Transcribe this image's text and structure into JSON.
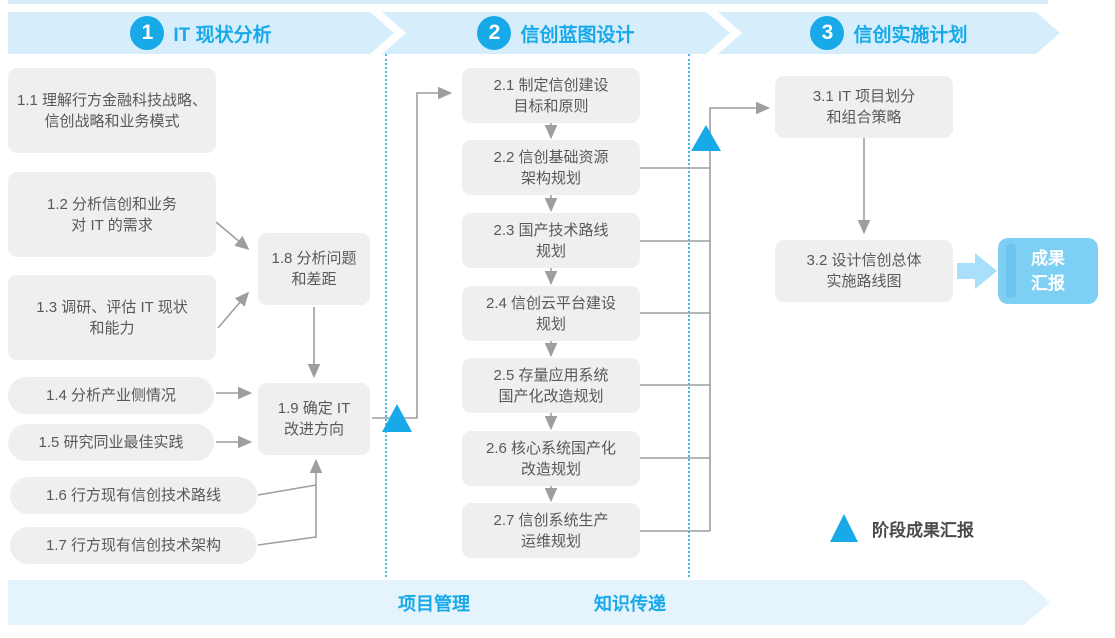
{
  "phases": [
    {
      "number": "1",
      "title": "IT 现状分析"
    },
    {
      "number": "2",
      "title": "信创蓝图设计"
    },
    {
      "number": "3",
      "title": "信创实施计划"
    }
  ],
  "phase1_boxes": [
    {
      "lines": [
        "1.1 理解行方金融科技战略、",
        "信创战略和业务模式"
      ]
    },
    {
      "lines": [
        "1.2 分析信创和业务",
        "对 IT 的需求"
      ]
    },
    {
      "lines": [
        "1.3 调研、评估 IT 现状",
        "和能力"
      ]
    },
    {
      "lines": [
        "1.4 分析产业侧情况"
      ]
    },
    {
      "lines": [
        "1.5 研究同业最佳实践"
      ]
    },
    {
      "lines": [
        "1.6 行方现有信创技术路线"
      ]
    },
    {
      "lines": [
        "1.7 行方现有信创技术架构"
      ]
    },
    {
      "lines": [
        "1.8 分析问题",
        "和差距"
      ]
    },
    {
      "lines": [
        "1.9 确定 IT",
        "改进方向"
      ]
    }
  ],
  "phase2_boxes": [
    {
      "lines": [
        "2.1 制定信创建设",
        "目标和原则"
      ]
    },
    {
      "lines": [
        "2.2 信创基础资源",
        "架构规划"
      ]
    },
    {
      "lines": [
        "2.3 国产技术路线",
        "规划"
      ]
    },
    {
      "lines": [
        "2.4 信创云平台建设",
        "规划"
      ]
    },
    {
      "lines": [
        "2.5 存量应用系统",
        "国产化改造规划"
      ]
    },
    {
      "lines": [
        "2.6 核心系统国产化",
        "改造规划"
      ]
    },
    {
      "lines": [
        "2.7 信创系统生产",
        "运维规划"
      ]
    }
  ],
  "phase3_boxes": [
    {
      "lines": [
        "3.1 IT 项目划分",
        "和组合策略"
      ]
    },
    {
      "lines": [
        "3.2 设计信创总体",
        "实施路线图"
      ]
    }
  ],
  "deliverable_box": {
    "lines": [
      "成果",
      "汇报"
    ]
  },
  "legend": {
    "milestone_label": "阶段成果汇报"
  },
  "footer": {
    "labels": [
      "项目管理",
      "知识传递"
    ]
  },
  "colors": {
    "accent_blue": "#18A9E8",
    "banner_bg": "#D6EEFB",
    "footer_bg": "#E5F4FC",
    "box_bg": "#EFEFEF",
    "box_text": "#58595B",
    "line_gray": "#9C9EA0",
    "deliverable_bg": "#7ECFF4",
    "thick_arrow": "#A9DFF8"
  }
}
